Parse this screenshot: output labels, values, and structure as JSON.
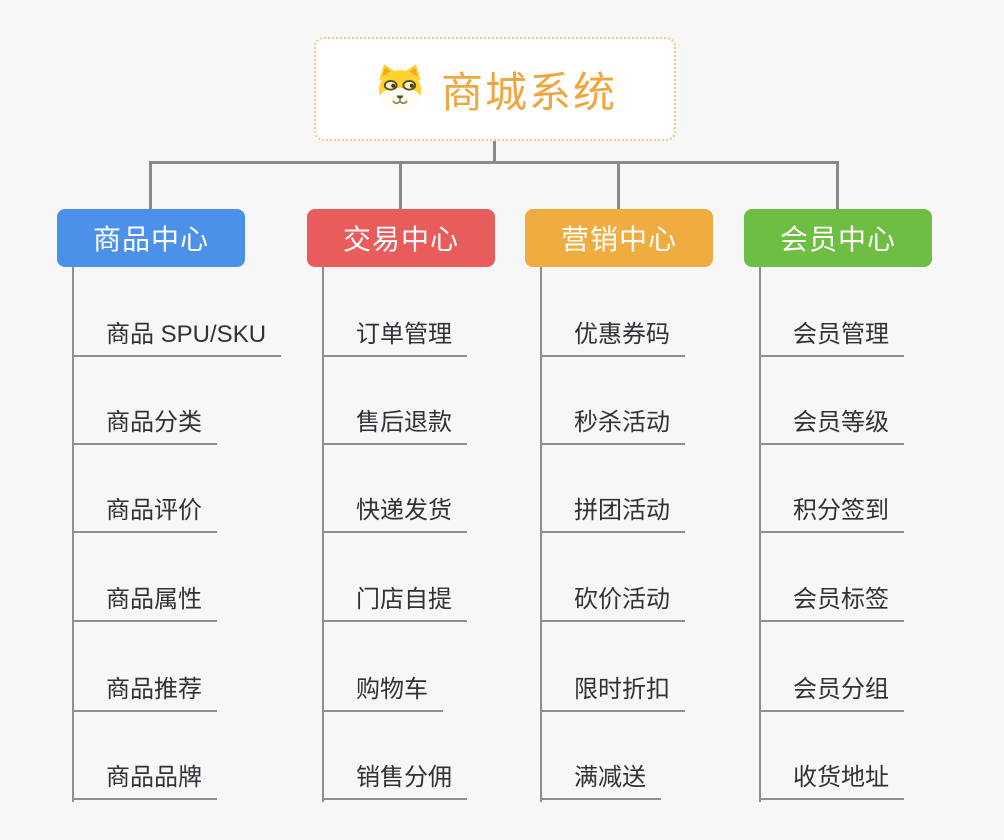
{
  "root": {
    "title": "商城系统",
    "title_color": "#f0a63e",
    "border_color": "#f3c784",
    "icon": "dog-icon"
  },
  "connector_color": "#8a8a8a",
  "branches": [
    {
      "label": "商品中心",
      "color": "#4b91ea",
      "items": [
        "商品 SPU/SKU",
        "商品分类",
        "商品评价",
        "商品属性",
        "商品推荐",
        "商品品牌"
      ]
    },
    {
      "label": "交易中心",
      "color": "#e85c5c",
      "items": [
        "订单管理",
        "售后退款",
        "快递发货",
        "门店自提",
        "购物车",
        "销售分佣"
      ]
    },
    {
      "label": "营销中心",
      "color": "#efac41",
      "items": [
        "优惠券码",
        "秒杀活动",
        "拼团活动",
        "砍价活动",
        "限时折扣",
        "满减送"
      ]
    },
    {
      "label": "会员中心",
      "color": "#6ebe44",
      "items": [
        "会员管理",
        "会员等级",
        "积分签到",
        "会员标签",
        "会员分组",
        "收货地址"
      ]
    }
  ]
}
